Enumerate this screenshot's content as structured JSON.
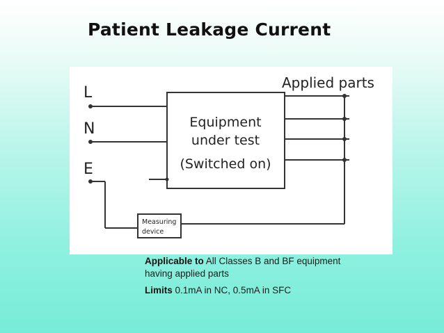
{
  "title": "Patient Leakage Current",
  "diagram": {
    "label_l": "L",
    "label_n": "N",
    "label_e": "E",
    "applied_parts": "Applied parts",
    "equipment_line1": "Equipment",
    "equipment_line2": "under test",
    "equipment_line3": "(Switched on)",
    "measuring_line1": "Measuring",
    "measuring_line2": "device"
  },
  "notes": {
    "applicable_label": "Applicable to",
    "applicable_text": " All Classes B and BF equipment having applied parts",
    "limits_label": "Limits",
    "limits_text": " 0.1mA in NC, 0.5mA in SFC"
  }
}
